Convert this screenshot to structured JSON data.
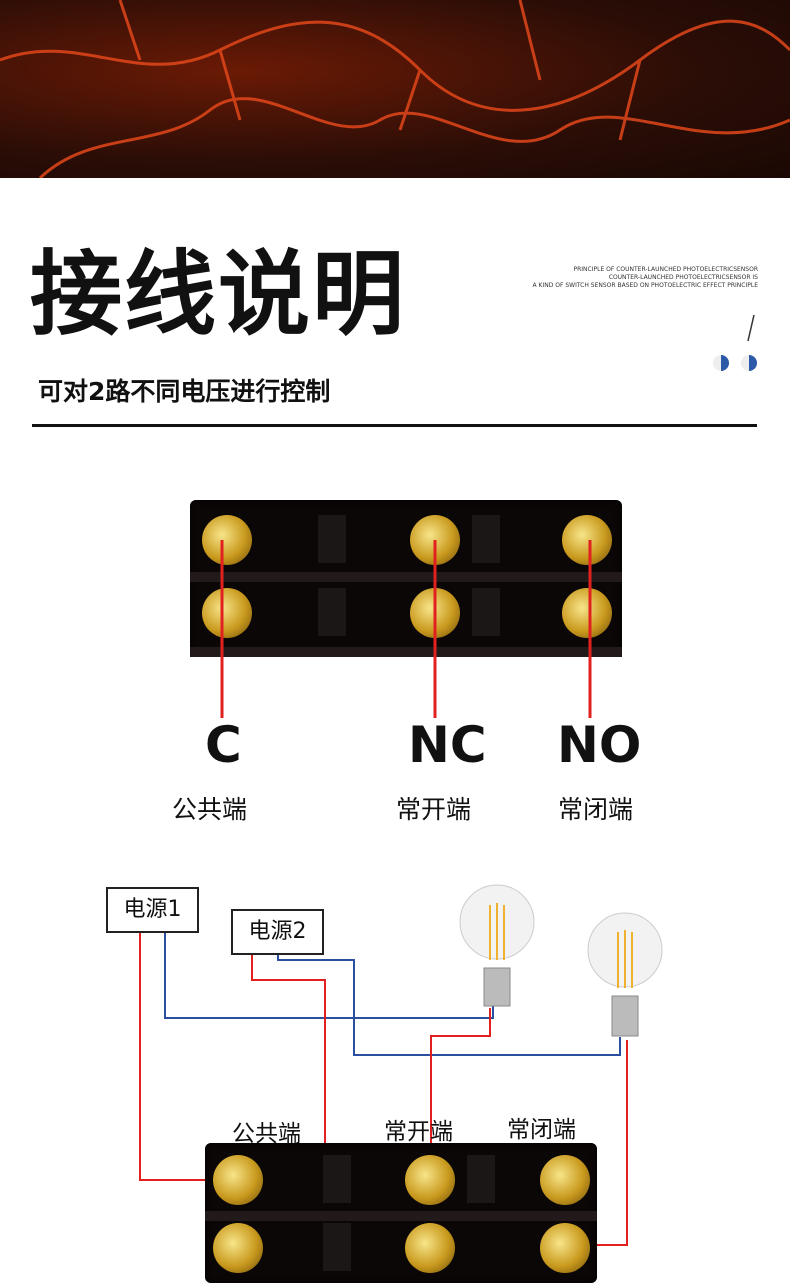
{
  "header": {
    "title": "接线说明",
    "subtitle": "可对2路不同电压进行控制",
    "english_lines": [
      "PRINCIPLE OF COUNTER-LAUNCHED PHOTOELECTRICSENSOR",
      "COUNTER-LAUNCHED PHOTOELECTRICSENSOR IS",
      "A KIND OF SWITCH SENSOR BASED ON PHOTOELECTRIC EFFECT PRINCIPLE"
    ]
  },
  "terminals": [
    {
      "code": "C",
      "name": "公共端"
    },
    {
      "code": "NC",
      "name": "常开端"
    },
    {
      "code": "NO",
      "name": "常闭端"
    }
  ],
  "wiring": {
    "power1": "电源1",
    "power2": "电源2",
    "labels": [
      "公共端",
      "常开端",
      "常闭端"
    ]
  },
  "colors": {
    "wire_red": "#e32020",
    "wire_blue": "#2a4fa0",
    "accent_blue": "#2a5aa8"
  }
}
